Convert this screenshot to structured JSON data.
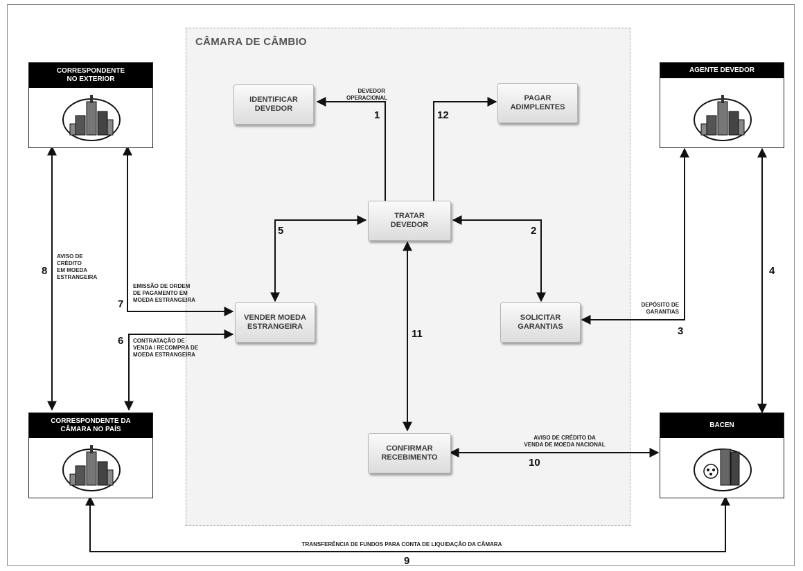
{
  "camara_title": "CÂMARA DE CÂMBIO",
  "processes": {
    "identificar": "IDENTIFICAR\nDEVEDOR",
    "pagar": "PAGAR\nADIMPLENTES",
    "tratar": "TRATAR\nDEVEDOR",
    "vender": "VENDER MOEDA\nESTRANGEIRA",
    "solicitar": "SOLICITAR\nGARANTIAS",
    "confirmar": "CONFIRMAR\nRECEBIMENTO"
  },
  "entities": {
    "exterior": "CORRESPONDENTE\nNO EXTERIOR",
    "agente": "AGENTE DEVEDOR",
    "pais": "CORRESPONDENTE DA\nCÂMARA NO PAÍS",
    "bacen": "BACEN"
  },
  "labels": {
    "devedor_operacional": "DEVEDOR\nOPERACIONAL",
    "aviso_credito_me": "AVISO DE\nCRÉDITO\nEM MOEDA\nESTRANGEIRA",
    "emissao": "EMISSÃO DE ORDEM\nDE PAGAMENTO EM\nMOEDA ESTRANGEIRA",
    "contratacao": "CONTRATAÇÃO DE\nVENDA / RECOMPRA DE\nMOEDA ESTRANGEIRA",
    "deposito": "DEPÓSITO DE\nGARANTIAS",
    "aviso_credito_venda": "AVISO DE CRÉDITO DA\nVENDA DE MOEDA NACIONAL",
    "transferencia": "TRANSFERÊNCIA DE FUNDOS PARA CONTA DE LIQUIDAÇÃO DA CÂMARA"
  },
  "numbers": {
    "n1": "1",
    "n2": "2",
    "n3": "3",
    "n4": "4",
    "n5": "5",
    "n6": "6",
    "n7": "7",
    "n8": "8",
    "n9": "9",
    "n10": "10",
    "n11": "11",
    "n12": "12"
  },
  "icons": {
    "city": "city-building-icon",
    "bacen": "bacen-building-icon"
  },
  "colors": {
    "header_bg": "#000000",
    "arrow": "#111111",
    "camara_bg": "#f3f3f3"
  }
}
